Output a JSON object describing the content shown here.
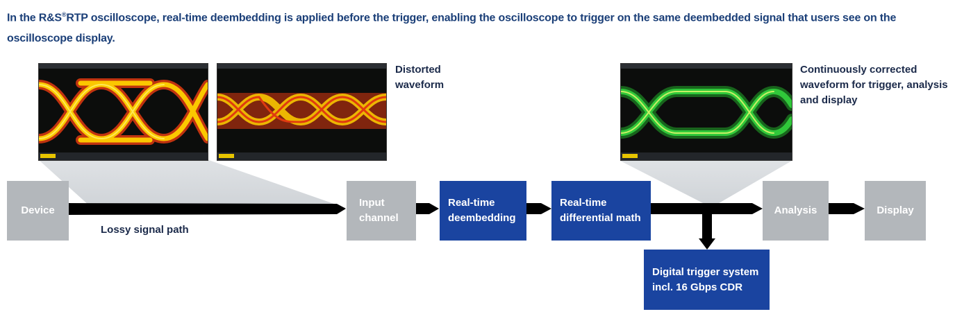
{
  "caption": {
    "pre": "In the R&S",
    "reg": "®",
    "post": "RTP oscilloscope, real-time deembedding is applied before the trigger, enabling the oscilloscope to trigger on the same deembedded signal that users see on the oscilloscope display."
  },
  "notes": {
    "distorted_line1": "Distorted",
    "distorted_line2": "waveform",
    "corrected_line1": "Continuously corrected",
    "corrected_line2": "waveform for trigger, analysis",
    "corrected_line3": "and display"
  },
  "blocks": {
    "device": "Device",
    "input_line1": "Input",
    "input_line2": "channel",
    "deembed_line1": "Real-time",
    "deembed_line2": "deembedding",
    "diffmath_line1": "Real-time",
    "diffmath_line2": "differential math",
    "analysis": "Analysis",
    "display": "Display",
    "trigger_line1": "Digital trigger system",
    "trigger_line2": "incl. 16 Gbps CDR"
  },
  "labels": {
    "lossy_path": "Lossy signal path"
  },
  "colors": {
    "caption": "#1b3f78",
    "block_gray": "#b3b7bb",
    "block_blue": "#1a44a0",
    "arrow": "#000000",
    "eye_hot": "#ffd000",
    "eye_edge": "#e03a10",
    "eye_green": "#30c83a"
  }
}
